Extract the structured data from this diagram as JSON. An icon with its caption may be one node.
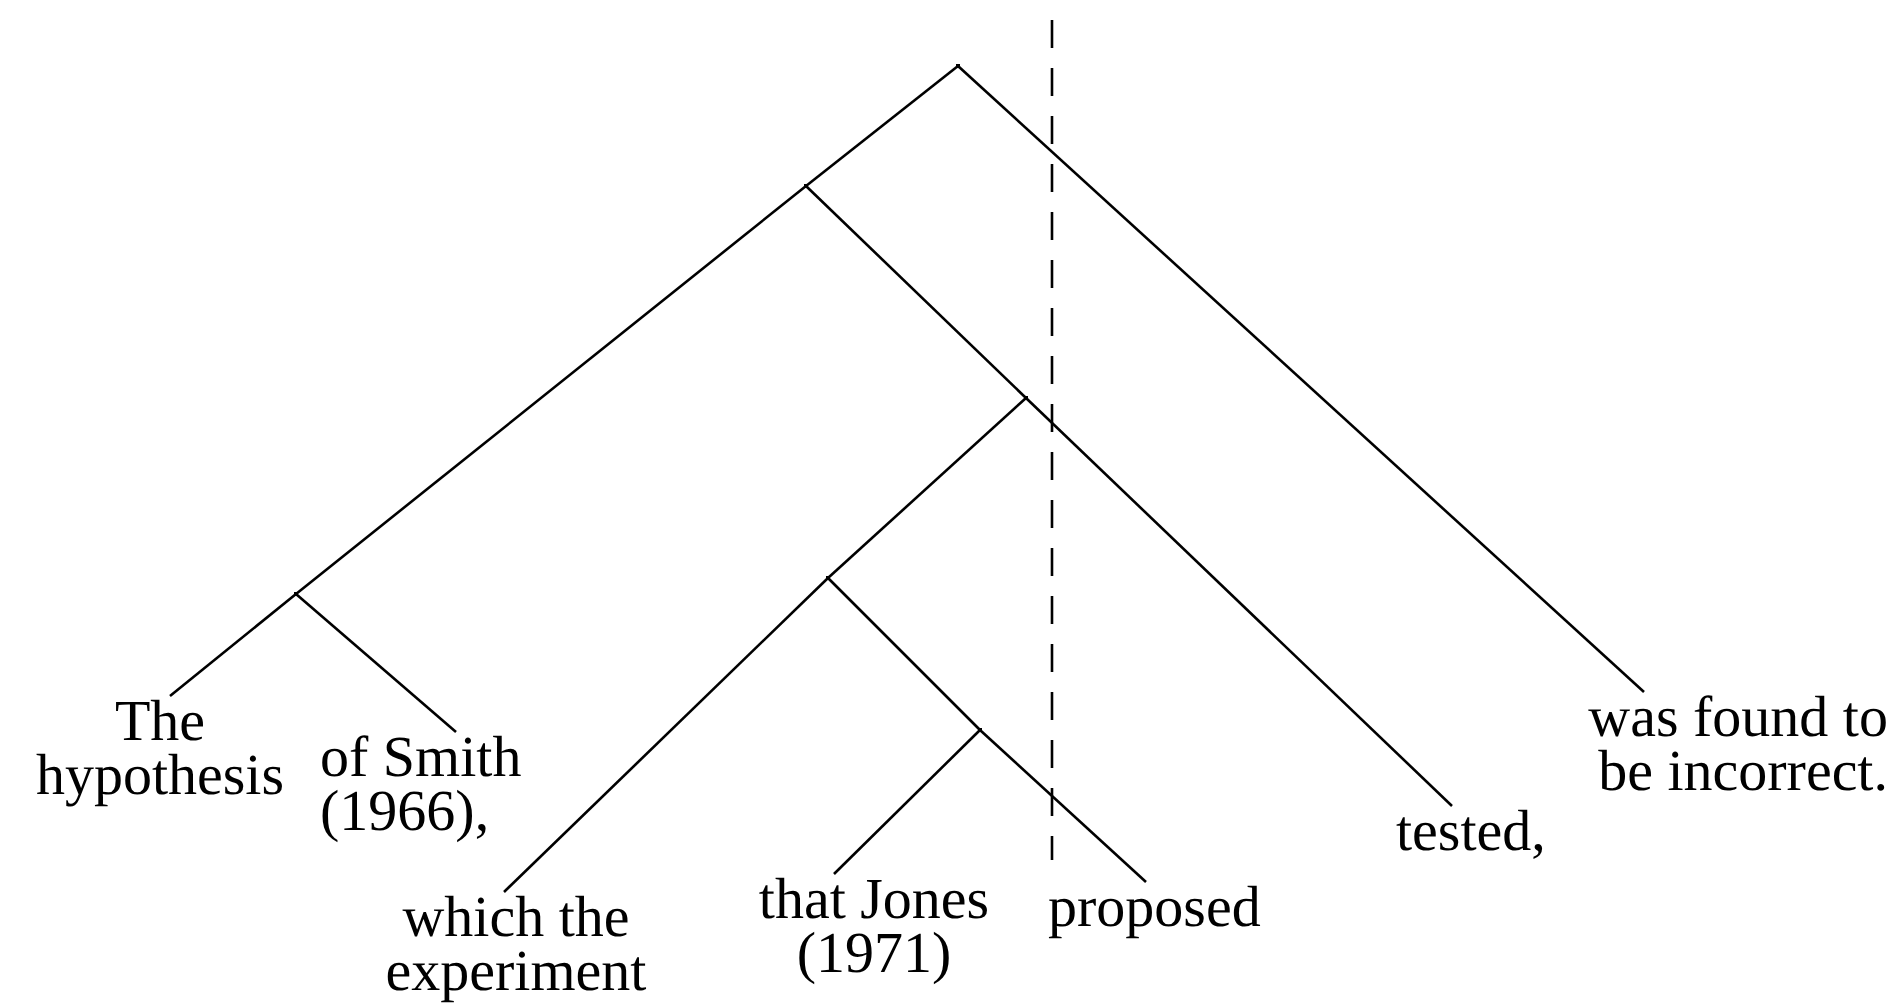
{
  "diagram": {
    "nodes": [
      {
        "text": [],
        "shape": "point"
      },
      {
        "text": [],
        "shape": "point"
      },
      {
        "text": [],
        "shape": "point"
      },
      {
        "text": [],
        "shape": "point"
      },
      {
        "text": [],
        "shape": "point"
      },
      {
        "text": [],
        "shape": "point"
      },
      {
        "text": [
          "was found to be incorrect."
        ]
      },
      {
        "text": [
          "The hypothesis"
        ]
      },
      {
        "text": [
          "of Smith (1966),"
        ]
      },
      {
        "text": [
          "tested,"
        ]
      },
      {
        "text": [
          "which the experiment"
        ]
      },
      {
        "text": [
          "that Jones (1971)"
        ]
      },
      {
        "text": [
          "proposed"
        ]
      }
    ],
    "edges": [
      {
        "from": 0,
        "to": 1,
        "arrow": "none"
      },
      {
        "from": 0,
        "to": 6,
        "arrow": "none"
      },
      {
        "from": 1,
        "to": 3,
        "arrow": "none"
      },
      {
        "from": 1,
        "to": 2,
        "arrow": "none"
      },
      {
        "from": 3,
        "to": 7,
        "arrow": "none"
      },
      {
        "from": 3,
        "to": 8,
        "arrow": "none"
      },
      {
        "from": 2,
        "to": 4,
        "arrow": "none"
      },
      {
        "from": 2,
        "to": 9,
        "arrow": "none"
      },
      {
        "from": 4,
        "to": 10,
        "arrow": "none"
      },
      {
        "from": 4,
        "to": 5,
        "arrow": "none"
      },
      {
        "from": 5,
        "to": 11,
        "arrow": "none"
      },
      {
        "from": 5,
        "to": 12,
        "arrow": "none"
      }
    ]
  }
}
